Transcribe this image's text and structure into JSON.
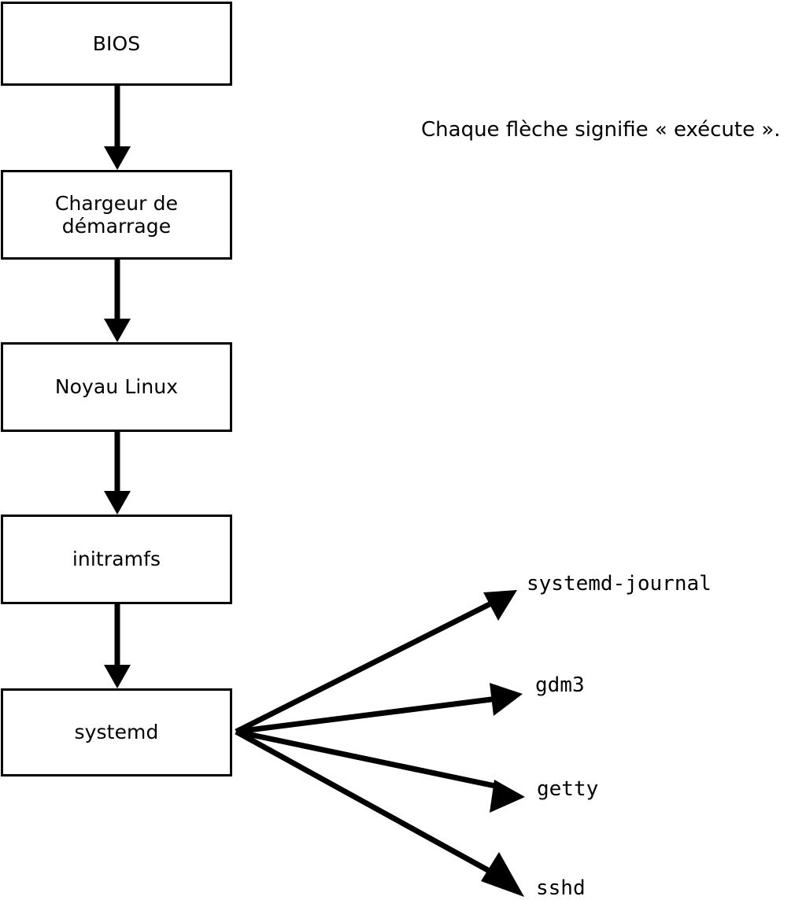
{
  "diagram": {
    "type": "flowchart",
    "title_text_visible": false,
    "caption": "Chaque flèche signifie « exécute ».",
    "colors": {
      "background": "#ffffff",
      "stroke": "#000000",
      "box_fill": "#ffffff",
      "text": "#000000"
    },
    "chain_nodes": [
      {
        "id": "bios",
        "label": "BIOS"
      },
      {
        "id": "bootloader",
        "label": "Chargeur de\ndémarrage"
      },
      {
        "id": "kernel",
        "label": "Noyau Linux"
      },
      {
        "id": "initramfs",
        "label": "initramfs"
      },
      {
        "id": "systemd",
        "label": "systemd"
      }
    ],
    "chain_edges": [
      {
        "from": "bios",
        "to": "bootloader",
        "meaning": "exécute"
      },
      {
        "from": "bootloader",
        "to": "kernel",
        "meaning": "exécute"
      },
      {
        "from": "kernel",
        "to": "initramfs",
        "meaning": "exécute"
      },
      {
        "from": "initramfs",
        "to": "systemd",
        "meaning": "exécute"
      }
    ],
    "services": [
      {
        "id": "systemd-journal",
        "label": "systemd-journal"
      },
      {
        "id": "gdm3",
        "label": "gdm3"
      },
      {
        "id": "getty",
        "label": "getty"
      },
      {
        "id": "sshd",
        "label": "sshd"
      }
    ],
    "service_edges": [
      {
        "from": "systemd",
        "to": "systemd-journal",
        "meaning": "exécute"
      },
      {
        "from": "systemd",
        "to": "gdm3",
        "meaning": "exécute"
      },
      {
        "from": "systemd",
        "to": "getty",
        "meaning": "exécute"
      },
      {
        "from": "systemd",
        "to": "sshd",
        "meaning": "exécute"
      }
    ]
  }
}
